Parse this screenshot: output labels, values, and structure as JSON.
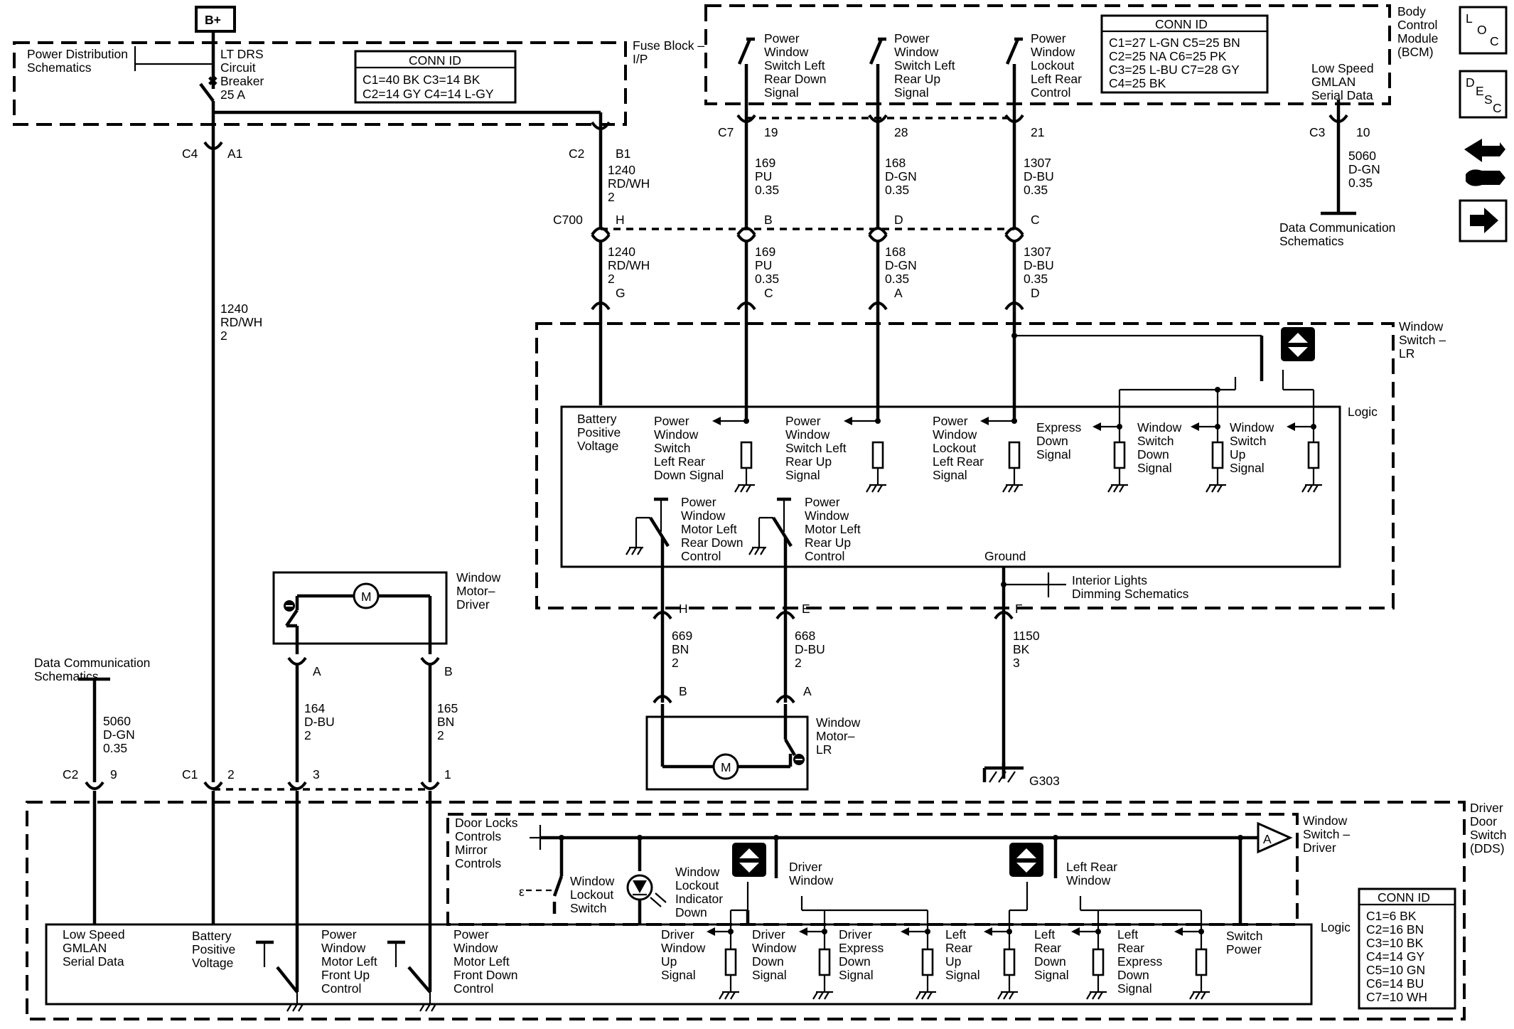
{
  "supply": {
    "label": "B+"
  },
  "fuse_block": {
    "title": "Fuse Block –\nI/P",
    "power_dist": "Power Distribution\nSchematics",
    "breaker": "LT DRS\nCircuit\nBreaker\n25 A",
    "conn_title": "CONN ID",
    "conn_rows": [
      "C1=40 BK   C3=14 BK",
      "C2=14 GY   C4=14 L-GY"
    ]
  },
  "bcm": {
    "title": "Body\nControl\nModule\n(BCM)",
    "sw1": "Power\nWindow\nSwitch Left\nRear Down\nSignal",
    "sw2": "Power\nWindow\nSwitch Left\nRear Up\nSignal",
    "sw3": "Power\nWindow\nLockout\nLeft Rear\nControl",
    "gmlan": "Low Speed\nGMLAN\nSerial Data",
    "conn_title": "CONN ID",
    "conn_rows": [
      "C1=27 L-GN  C5=25 BN",
      "C2=25 NA      C6=25 PK",
      "C3=25 L-BU  C7=28 GY",
      "C4=25 BK"
    ],
    "data_comm": "Data Communication\nSchematics"
  },
  "pins": {
    "c4": "C4",
    "a1": "A1",
    "c2": "C2",
    "b1": "B1",
    "c7": "C7",
    "p19": "19",
    "p28": "28",
    "p21": "21",
    "c3": "C3",
    "p10": "10",
    "c700": "C700",
    "h": "H",
    "b": "B",
    "d": "D",
    "c": "C",
    "g": "G",
    "c_lr": "C",
    "a_lr": "A",
    "d_lr": "D",
    "mot_h": "H",
    "mot_e": "E",
    "mot_b": "B",
    "mot_a": "A",
    "gnd_f": "F",
    "drv_a": "A",
    "drv_b": "B",
    "dds_c2": "C2",
    "dds_9": "9",
    "dds_c1": "C1",
    "dds_2": "2",
    "dds_3": "3",
    "dds_1": "1"
  },
  "wires": {
    "w1240_a": "1240\nRD/WH\n2",
    "w1240_b": "1240\nRD/WH\n2",
    "w1240_main": "1240\nRD/WH\n2",
    "w169_a": "169\nPU\n0.35",
    "w169_b": "169\nPU\n0.35",
    "w168_a": "168\nD-GN\n0.35",
    "w168_b": "168\nD-GN\n0.35",
    "w1307_a": "1307\nD-BU\n0.35",
    "w1307_b": "1307\nD-BU\n0.35",
    "w5060_bcm": "5060\nD-GN\n0.35",
    "w669": "669\nBN\n2",
    "w668": "668\nD-BU\n2",
    "w1150": "1150\nBK\n3",
    "w164": "164\nD-BU\n2",
    "w165": "165\nBN\n2",
    "w5060_dds": "5060\nD-GN\n0.35"
  },
  "window_switch_lr": {
    "title": "Window\nSwitch –\nLR",
    "logic": "Logic",
    "batt": "Battery\nPositive\nVoltage",
    "sig1": "Power\nWindow\nSwitch\nLeft Rear\nDown Signal",
    "sig2": "Power\nWindow\nSwitch Left\nRear Up\nSignal",
    "sig3": "Power\nWindow\nLockout\nLeft Rear\nSignal",
    "express": "Express\nDown\nSignal",
    "ws_down": "Window\nSwitch\nDown\nSignal",
    "ws_up": "Window\nSwitch\nUp\nSignal",
    "mot_down": "Power\nWindow\nMotor Left\nRear Down\nControl",
    "mot_up": "Power\nWindow\nMotor Left\nRear Up\nControl",
    "ground": "Ground",
    "dimming": "Interior Lights\nDimming Schematics"
  },
  "motor_lr": {
    "title": "Window\nMotor–\nLR",
    "m": "M"
  },
  "motor_driver": {
    "title": "Window\nMotor–\nDriver",
    "m": "M"
  },
  "ground_label": "G303",
  "data_comm_left": "Data Communication\nSchematics",
  "dds": {
    "title": "Driver\nDoor\nSwitch\n(DDS)",
    "ws_driver": "Window\nSwitch –\nDriver",
    "logic": "Logic",
    "door_locks": "Door Locks\nControls\nMirror\nControls",
    "lockout": "Window\nLockout\nSwitch",
    "indicator": "Window\nLockout\nIndicator\nDown",
    "driver_window": "Driver\nWindow",
    "left_rear_window": "Left Rear\nWindow",
    "gmlan": "Low Speed\nGMLAN\nSerial Data",
    "batt": "Battery\nPositive\nVoltage",
    "front_up": "Power\nWindow\nMotor Left\nFront Up\nControl",
    "front_down": "Power\nWindow\nMotor Left\nFront Down\nControl",
    "sig_up": "Driver\nWindow\nUp\nSignal",
    "sig_down": "Driver\nWindow\nDown\nSignal",
    "sig_express": "Driver\nExpress\nDown\nSignal",
    "lr_up": "Left\nRear\nUp\nSignal",
    "lr_down": "Left\nRear\nDown\nSignal",
    "lr_express": "Left\nRear\nExpress\nDown\nSignal",
    "switch_power": "Switch\nPower",
    "conn_title": "CONN ID",
    "conn_rows": [
      "C1=6 BK",
      "C2=16 BN",
      "C3=10 BK",
      "C4=14 GY",
      "C5=10 GN",
      "C6=14 BU",
      "C7=10 WH"
    ],
    "offpage": "A"
  },
  "nav": {
    "loc": [
      "L",
      "O",
      "C"
    ],
    "desc": [
      "D",
      "E",
      "S",
      "C"
    ]
  }
}
